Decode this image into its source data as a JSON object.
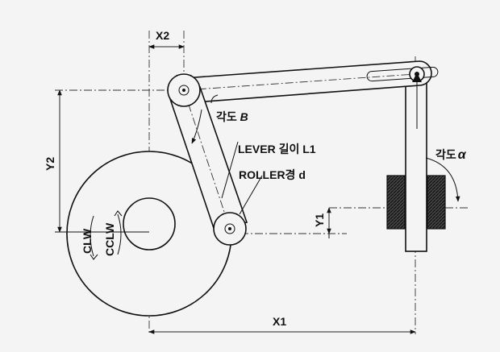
{
  "labels": {
    "x2": "X2",
    "y2": "Y2",
    "y1": "Y1",
    "x1": "X1",
    "angle_b": "각도 ",
    "angle_b_symbol": "B",
    "angle_a": "각도",
    "angle_a_symbol": "α",
    "lever_length": "LEVER 길이 L1",
    "roller_diameter": "ROLLER경 d",
    "clw": "CLW",
    "cclw": "CCLW"
  }
}
